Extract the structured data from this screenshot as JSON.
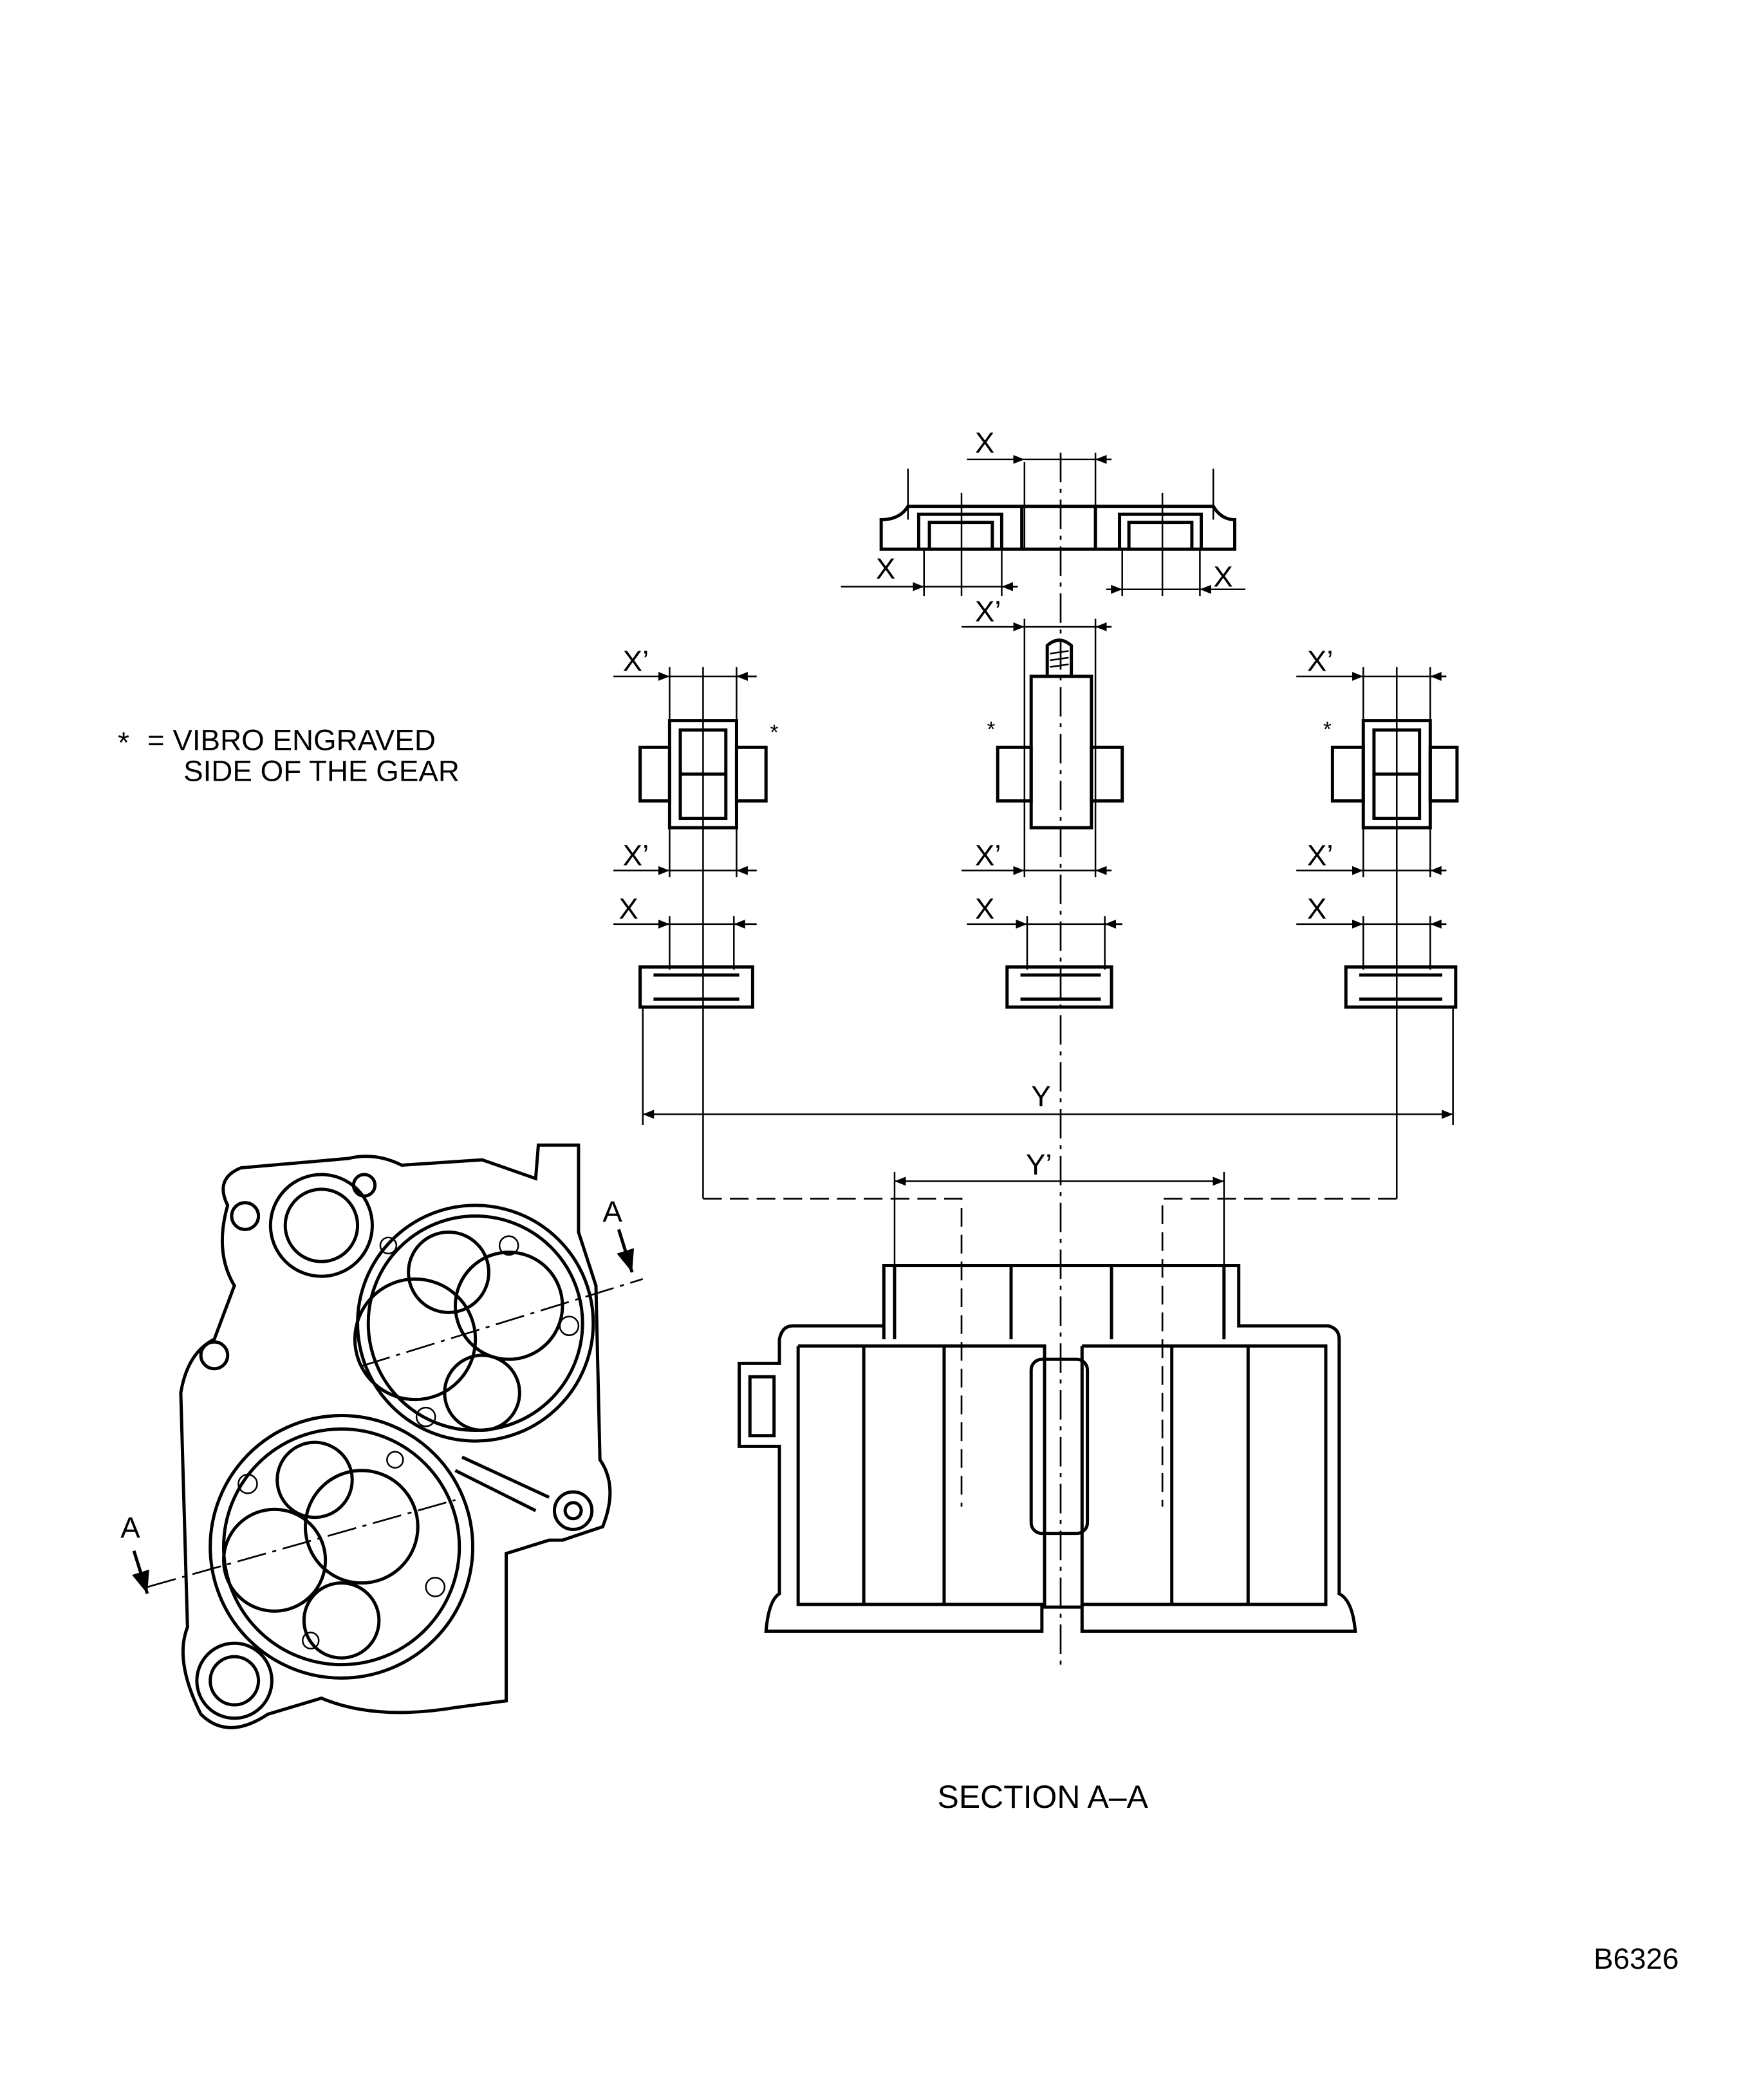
{
  "legend": {
    "asterisk": "*",
    "line1": "= VIBRO ENGRAVED",
    "line2": "SIDE OF THE GEAR"
  },
  "dimensions": {
    "x": "X",
    "x_prime": "X’",
    "y": "Y",
    "y_prime": "Y’"
  },
  "section_markers": {
    "a_upper": "A",
    "a_lower": "A"
  },
  "engraved_marks": [
    "*",
    "*",
    "*"
  ],
  "section_title": "SECTION  A–A",
  "figure_id": "B6326"
}
